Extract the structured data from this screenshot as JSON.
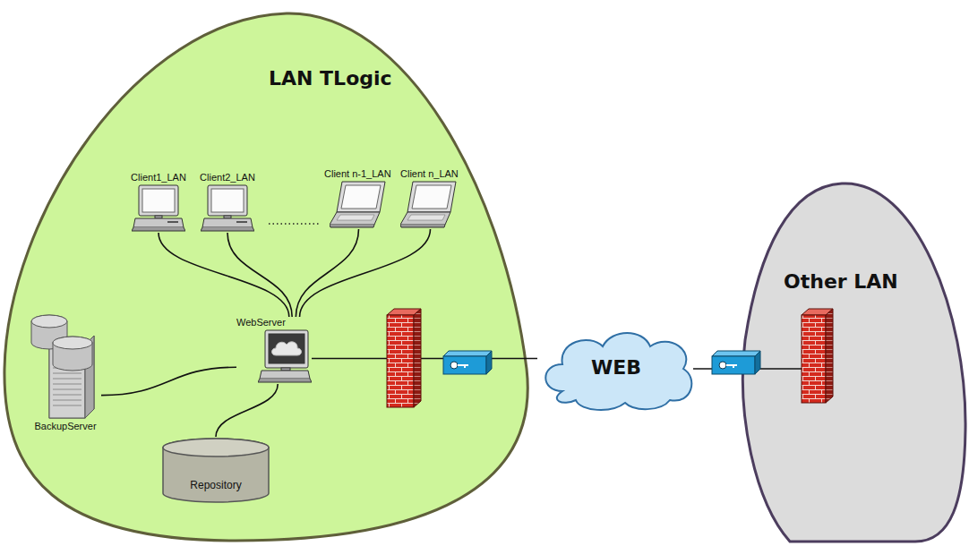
{
  "diagram": {
    "nodes": [
      {
        "text": [
          "LAN TLogic"
        ]
      },
      {
        "text": [
          "Client1_LAN"
        ],
        "in": 0
      },
      {
        "text": [
          "Client2_LAN"
        ],
        "in": 0
      },
      {
        "text": [
          "Client n-1_LAN"
        ],
        "in": 0
      },
      {
        "text": [
          "Client n_LAN"
        ],
        "in": 0
      },
      {
        "text": [
          "WebServer"
        ],
        "in": 0
      },
      {
        "text": [
          "BackupServer"
        ],
        "in": 0
      },
      {
        "text": [
          "Repository"
        ],
        "in": 0
      },
      {
        "text": [
          "WEB"
        ]
      },
      {
        "text": [
          "Other LAN"
        ]
      }
    ],
    "edges": [
      {
        "from": 1,
        "to": 5,
        "arrow": "none"
      },
      {
        "from": 2,
        "to": 5,
        "arrow": "none"
      },
      {
        "from": 3,
        "to": 5,
        "arrow": "none"
      },
      {
        "from": 4,
        "to": 5,
        "arrow": "none"
      },
      {
        "from": 6,
        "to": 5,
        "arrow": "none"
      },
      {
        "from": 7,
        "to": 5,
        "arrow": "none"
      },
      {
        "from": 5,
        "to": 8,
        "arrow": "none"
      },
      {
        "from": 8,
        "to": 9,
        "arrow": "none"
      }
    ]
  }
}
